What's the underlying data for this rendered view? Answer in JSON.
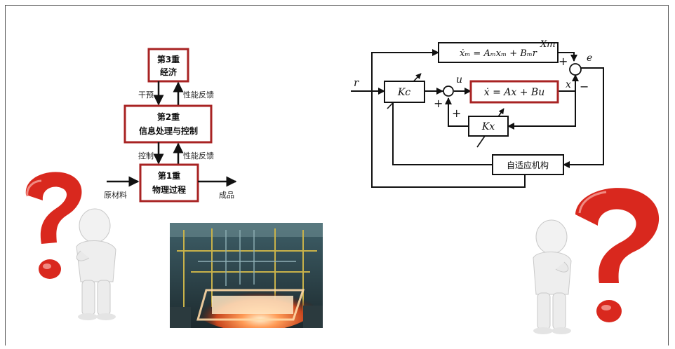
{
  "hierarchy": {
    "level3": {
      "title": "第3重",
      "subtitle": "经济"
    },
    "level2": {
      "title": "第2重",
      "subtitle": "信息处理与控制"
    },
    "level1": {
      "title": "第1重",
      "subtitle": "物理过程"
    },
    "label_intervene": "干预",
    "label_feedback_top": "性能反馈",
    "label_control": "控制",
    "label_feedback_bottom": "性能反馈",
    "label_input": "原材料",
    "label_output": "成品"
  },
  "control_diagram": {
    "reference_model": "ẋₘ = Aₘxₘ + Bₘr",
    "plant": "ẋ = Ax + Bu",
    "controller_kc": "Kc",
    "controller_kx": "Kx",
    "adaptive_block": "自适应机构",
    "signal_r": "r",
    "signal_u": "u",
    "signal_x": "x",
    "signal_xm": "Xm",
    "signal_e": "e",
    "sign_plus_sum_top": "+",
    "sign_minus": "−",
    "sign_plus_left": "+",
    "sign_plus_lower": "+"
  },
  "colors": {
    "box_border_red": "#a82323",
    "question_red": "#d9281e",
    "line": "#111111"
  }
}
